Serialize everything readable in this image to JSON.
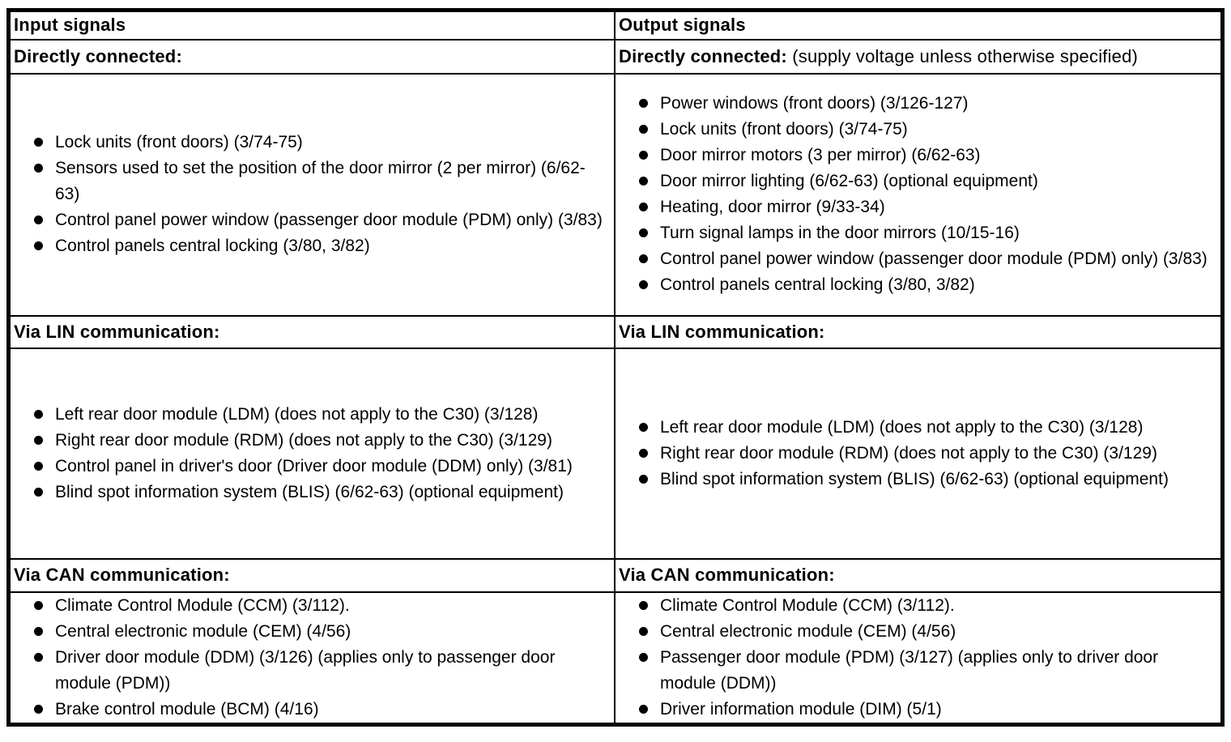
{
  "colors": {
    "text": "#000000",
    "background": "#ffffff",
    "border": "#000000"
  },
  "table": {
    "columns": [
      {
        "header": "Input signals",
        "sections": [
          {
            "title": "Directly connected:",
            "suffix": "",
            "items": [
              "Lock units (front doors) (3/74-75)",
              "Sensors used to set the position of the door mirror (2 per mirror) (6/62-63)",
              "Control panel power window (passenger door module (PDM) only) (3/83)",
              "Control panels central locking (3/80, 3/82)"
            ]
          },
          {
            "title": "Via LIN communication:",
            "suffix": "",
            "items": [
              "Left rear door module (LDM) (does not apply to the C30) (3/128)",
              "Right rear door module (RDM) (does not apply to the C30) (3/129)",
              "Control panel in driver's door (Driver door module (DDM) only) (3/81)",
              "Blind spot information system (BLIS) (6/62-63) (optional equipment)"
            ]
          },
          {
            "title": "Via CAN communication:",
            "suffix": "",
            "items": [
              "Climate Control Module (CCM) (3/112).",
              "Central electronic module (CEM) (4/56)",
              "Driver door module (DDM) (3/126) (applies only to passenger door module (PDM))",
              "Brake control module (BCM) (4/16)"
            ]
          }
        ]
      },
      {
        "header": "Output signals",
        "sections": [
          {
            "title": "Directly connected:",
            "suffix": " (supply voltage unless otherwise specified)",
            "items": [
              "Power windows (front doors) (3/126-127)",
              "Lock units (front doors) (3/74-75)",
              "Door mirror motors (3 per mirror) (6/62-63)",
              "Door mirror lighting (6/62-63) (optional equipment)",
              "Heating, door mirror (9/33-34)",
              "Turn signal lamps in the door mirrors (10/15-16)",
              "Control panel power window (passenger door module (PDM) only) (3/83)",
              "Control panels central locking (3/80, 3/82)"
            ]
          },
          {
            "title": "Via LIN communication:",
            "suffix": "",
            "items": [
              "Left rear door module (LDM) (does not apply to the C30) (3/128)",
              "Right rear door module (RDM) (does not apply to the C30) (3/129)",
              "Blind spot information system (BLIS) (6/62-63) (optional equipment)"
            ]
          },
          {
            "title": "Via CAN communication:",
            "suffix": "",
            "items": [
              "Climate Control Module (CCM) (3/112).",
              "Central electronic module (CEM) (4/56)",
              "Passenger door module (PDM) (3/127) (applies only to driver door module (DDM))",
              "Driver information module (DIM) (5/1)"
            ]
          }
        ]
      }
    ]
  }
}
